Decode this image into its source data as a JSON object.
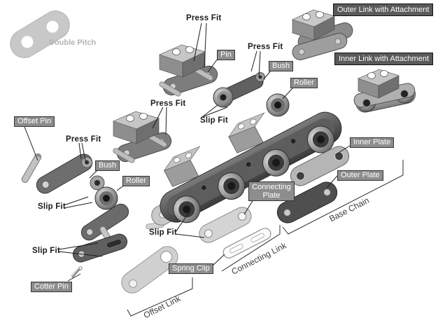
{
  "palette": {
    "bg": "#ffffff",
    "box_bg": "#8d8d8d",
    "box_border": "#343434",
    "dark_box_bg": "#5a5a5a",
    "dark_box_border": "#111111",
    "box_text": "#ffffff",
    "plain_text": "#1b1b1b",
    "muted_text": "#b3b3b3",
    "rot_text": "#3d3d3d",
    "line": "#1c1c1c"
  },
  "labels": {
    "double_pitch": "Double Pitch",
    "press_fit": "Press Fit",
    "slip_fit": "Slip Fit",
    "pin": "Pin",
    "bush": "Bush",
    "roller": "Roller",
    "offset_pin": "Offset Pin",
    "cotter_pin": "Cotter Pin",
    "spring_clip": "Spring Clip",
    "connecting_plate": "Connecting Plate",
    "inner_plate": "Inner Plate",
    "outer_plate": "Outer Plate",
    "outer_link_with_attachment": "Outer Link with Attachment",
    "inner_link_with_attachment": "Inner Link with Attachment",
    "connecting_link": "Connecting Link",
    "offset_link": "Offset Link",
    "base_chain": "Base Chain"
  }
}
